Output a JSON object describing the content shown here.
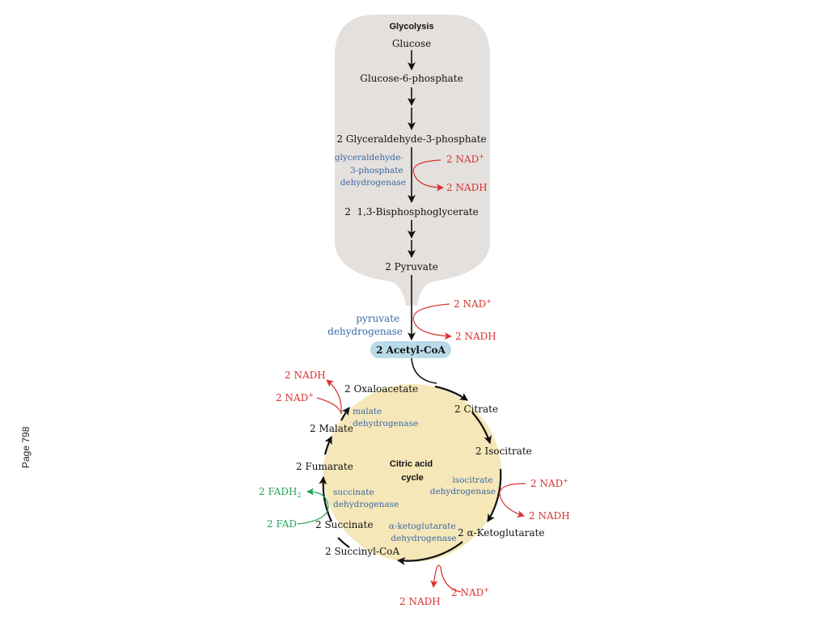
{
  "page_label": "Page 798",
  "colors": {
    "glycolysis_panel": "#e4e0dd",
    "cycle_fill": "#f5e7b8",
    "acetyl_badge": "#b9dbe8",
    "metabolite": "#111111",
    "enzyme": "#3b69a7",
    "cofactor_nad": "#d8322f",
    "cofactor_fad": "#25a35a"
  },
  "glycolysis": {
    "title": "Glycolysis",
    "steps": {
      "glucose": "Glucose",
      "glucose_6_phosphate": "Glucose-6-phosphate",
      "glyceraldehyde_3_phosphate": "2 Glyceraldehyde-3-phosphate",
      "bisphosphoglycerate": "2  1,3-Bisphosphoglycerate",
      "pyruvate": "2 Pyruvate"
    },
    "gapdh": {
      "enzyme_lines": [
        "glyceraldehyde-",
        "3-phosphate",
        "dehydrogenase"
      ],
      "in": "2 NAD",
      "in_sup": "+",
      "out": "2 NADH"
    }
  },
  "pyruvate_dehydrogenase": {
    "enzyme_lines": [
      "pyruvate",
      "dehydrogenase"
    ],
    "in": "2 NAD",
    "in_sup": "+",
    "out": "2 NADH",
    "product": "2 Acetyl-CoA"
  },
  "citric_acid_cycle": {
    "title_lines": [
      "Citric acid",
      "cycle"
    ],
    "metabolites": {
      "oxaloacetate": "2 Oxaloacetate",
      "citrate": "2 Citrate",
      "isocitrate": "2 Isocitrate",
      "alpha_ketoglutarate": "2 α-Ketoglutarate",
      "succinyl_coa": "2 Succinyl-CoA",
      "succinate": "2 Succinate",
      "fumarate": "2 Fumarate",
      "malate": "2 Malate"
    },
    "malate_dh": {
      "enzyme_lines": [
        "malate",
        "dehydrogenase"
      ],
      "in": "2 NAD",
      "in_sup": "+",
      "out": "2 NADH"
    },
    "isocitrate_dh": {
      "enzyme_lines": [
        "isocitrate",
        "dehydrogenase"
      ],
      "in": "2 NAD",
      "in_sup": "+",
      "out": "2 NADH"
    },
    "akg_dh": {
      "enzyme_lines": [
        "α-ketoglutarate",
        "dehydrogenase"
      ],
      "in": "2 NAD",
      "in_sup": "+",
      "out": "2 NADH"
    },
    "succinate_dh": {
      "enzyme_lines": [
        "succinate",
        "dehydrogenase"
      ],
      "in": "2 FAD",
      "out": "2 FADH",
      "out_sub": "2"
    }
  }
}
